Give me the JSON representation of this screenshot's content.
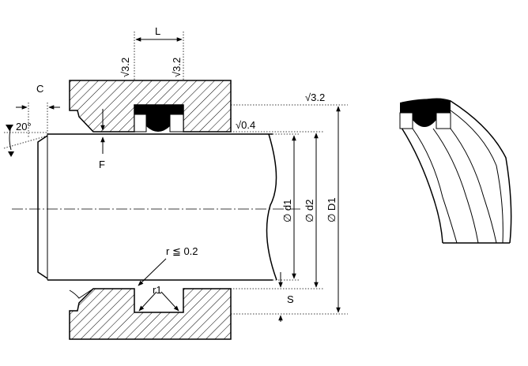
{
  "labels": {
    "L": "L",
    "C": "C",
    "F": "F",
    "S": "S",
    "angle": "20°",
    "roughness_left": "√3.2",
    "roughness_right": "√3.2",
    "roughness_bore": "√3.2",
    "roughness_rod": "√0.4",
    "radius_groove": "r ≦ 0.2",
    "radius_r1": "r1",
    "d1": "∅ d1",
    "d2": "∅ d2",
    "D1": "∅ D1"
  },
  "colors": {
    "line": "#000000",
    "background": "#ffffff"
  }
}
